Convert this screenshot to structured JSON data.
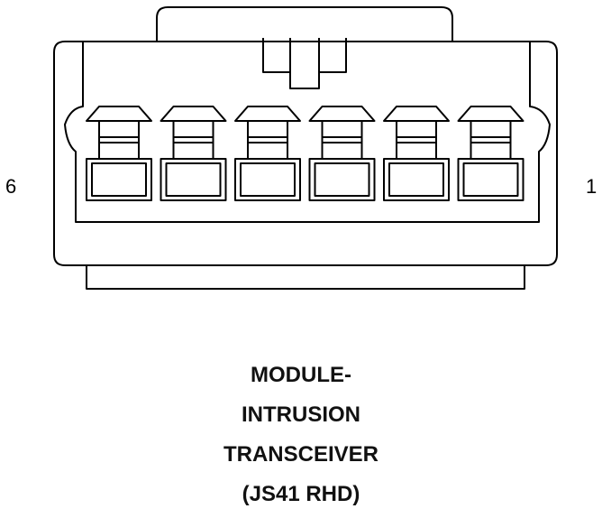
{
  "pin_labels": {
    "left": "6",
    "right": "1"
  },
  "caption_lines": [
    "MODULE-",
    "INTRUSION",
    "TRANSCEIVER",
    "(JS41 RHD)"
  ],
  "colors": {
    "stroke": "#000000",
    "background": "#ffffff",
    "caption_text": "#111111"
  },
  "cavity_count": 6
}
